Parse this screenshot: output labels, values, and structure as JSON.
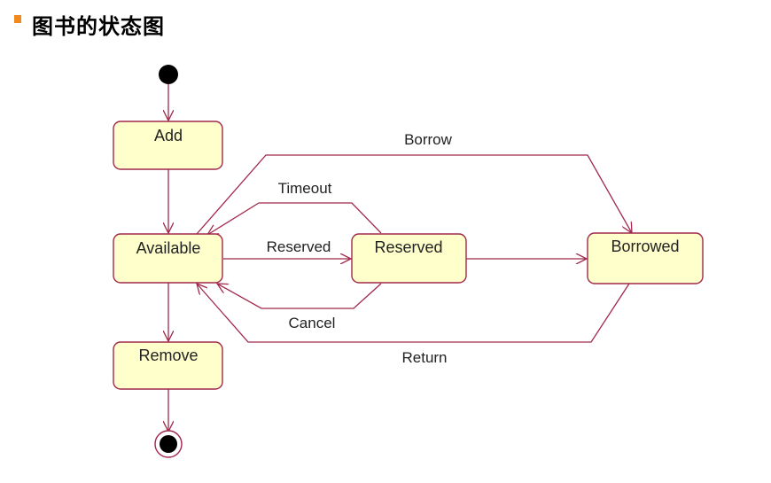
{
  "header": {
    "title": "图书的状态图",
    "bullet_color": "#f08a1e"
  },
  "diagram": {
    "states": {
      "add": "Add",
      "available": "Available",
      "reserved": "Reserved",
      "borrowed": "Borrowed",
      "remove": "Remove"
    },
    "transitions": {
      "borrow": "Borrow",
      "timeout": "Timeout",
      "reserved": "Reserved",
      "cancel": "Cancel",
      "return": "Return"
    },
    "colors": {
      "stroke": "#a1284b",
      "fill": "#ffffcc"
    }
  }
}
